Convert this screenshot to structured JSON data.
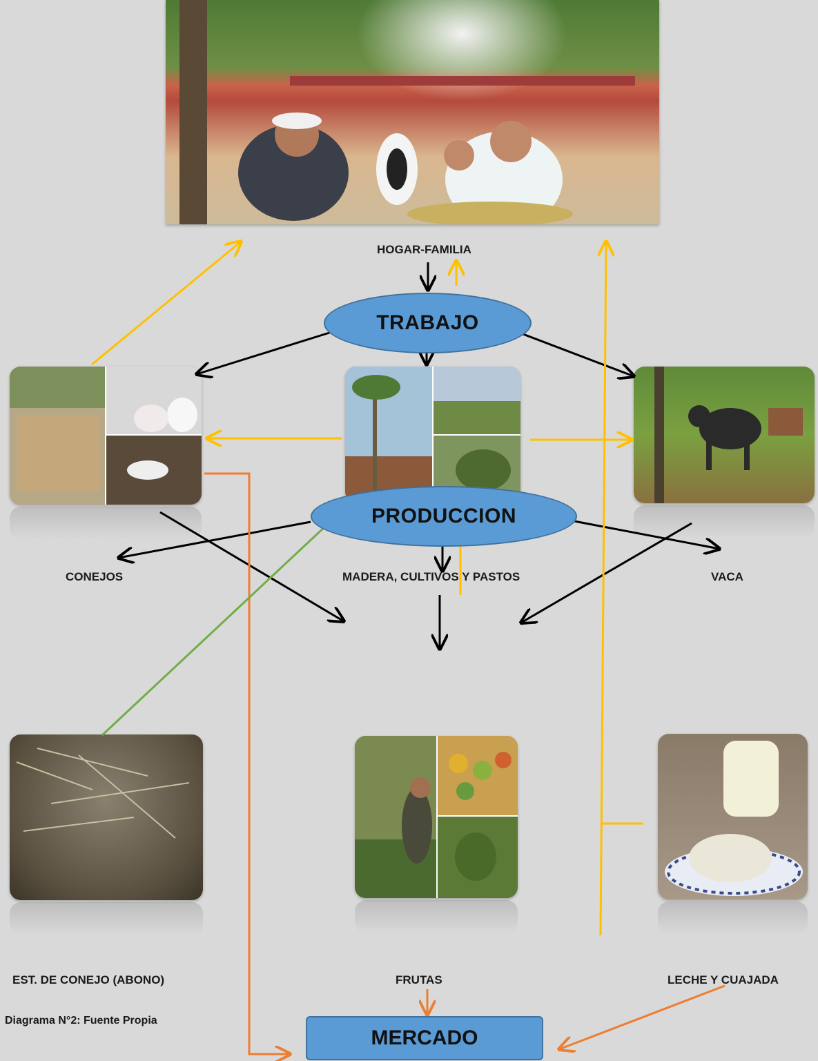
{
  "nodes": {
    "hogar": "HOGAR-FAMILIA",
    "trabajo": "TRABAJO",
    "conejos": "CONEJOS",
    "madera": "MADERA, CULTIVOS Y PASTOS",
    "vaca": "VACA",
    "produccion": "PRODUCCION",
    "abono": "EST. DE CONEJO (ABONO)",
    "frutas": "FRUTAS",
    "leche": "LECHE Y CUAJADA",
    "mercado": "MERCADO"
  },
  "caption": "Diagrama N°2: Fuente Propia",
  "colors": {
    "background": "#d9d9d9",
    "node_fill": "#5b9bd5",
    "arrow_black": "#000000",
    "arrow_yellow": "#ffc000",
    "arrow_orange": "#ed7d31",
    "arrow_green": "#70ad47"
  },
  "photos": {
    "family": "family-photo",
    "rabbits": "rabbits-collage",
    "crops": "crops-collage",
    "cow": "cow-photo",
    "manure": "manure-photo",
    "fruits": "fruits-collage",
    "milk": "milk-cheese-photo"
  }
}
